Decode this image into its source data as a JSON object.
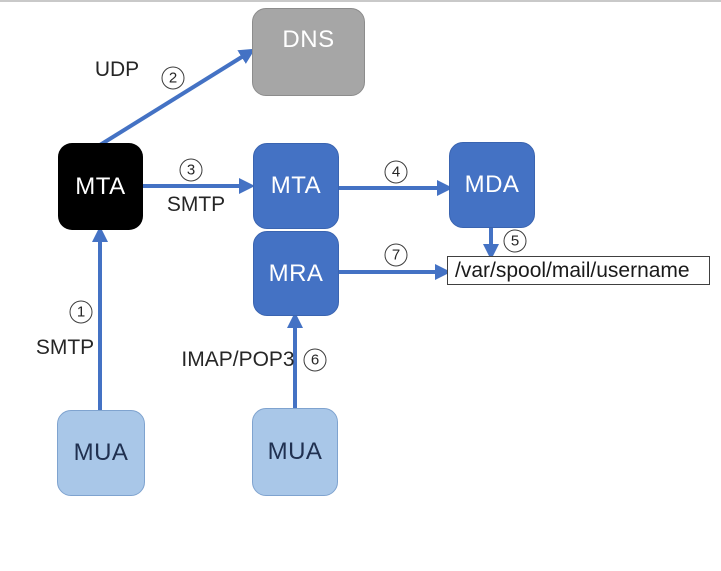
{
  "diagram": {
    "description": "Mail delivery architecture diagram",
    "colors": {
      "node_blue": "#4472c4",
      "node_light_blue": "#a9c7e8",
      "node_gray": "#a6a6a6",
      "node_black": "#000000",
      "arrow": "#4472c4",
      "label_text": "#262626"
    },
    "nodes": {
      "dns": {
        "label": "DNS"
      },
      "mta_sender": {
        "label": "MTA"
      },
      "mta_receiver": {
        "label": "MTA"
      },
      "mra": {
        "label": "MRA"
      },
      "mda": {
        "label": "MDA"
      },
      "mua_sender": {
        "label": "MUA"
      },
      "mua_receiver": {
        "label": "MUA"
      },
      "spool_file": {
        "label": "/var/spool/mail/username"
      }
    },
    "protocol_labels": {
      "udp": "UDP",
      "smtp_send": "SMTP",
      "smtp_relay": "SMTP",
      "imap_pop3": "IMAP/POP3"
    },
    "steps": {
      "s1": "1",
      "s2": "2",
      "s3": "3",
      "s4": "4",
      "s5": "5",
      "s6": "6",
      "s7": "7"
    }
  }
}
